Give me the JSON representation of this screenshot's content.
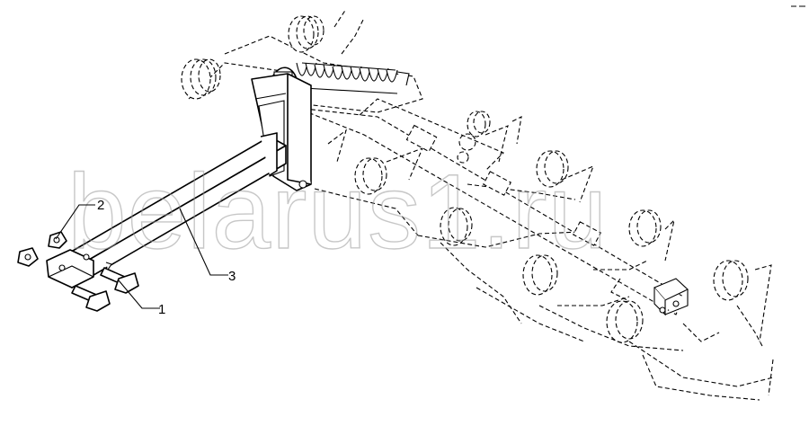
{
  "diagram": {
    "watermark": "belarus1.ru",
    "callouts": [
      {
        "id": "1",
        "label": "1"
      },
      {
        "id": "2",
        "label": "2"
      },
      {
        "id": "3",
        "label": "3"
      }
    ],
    "colors": {
      "line": "#000000",
      "watermark": "#9a9a9a",
      "background": "#ffffff"
    }
  }
}
